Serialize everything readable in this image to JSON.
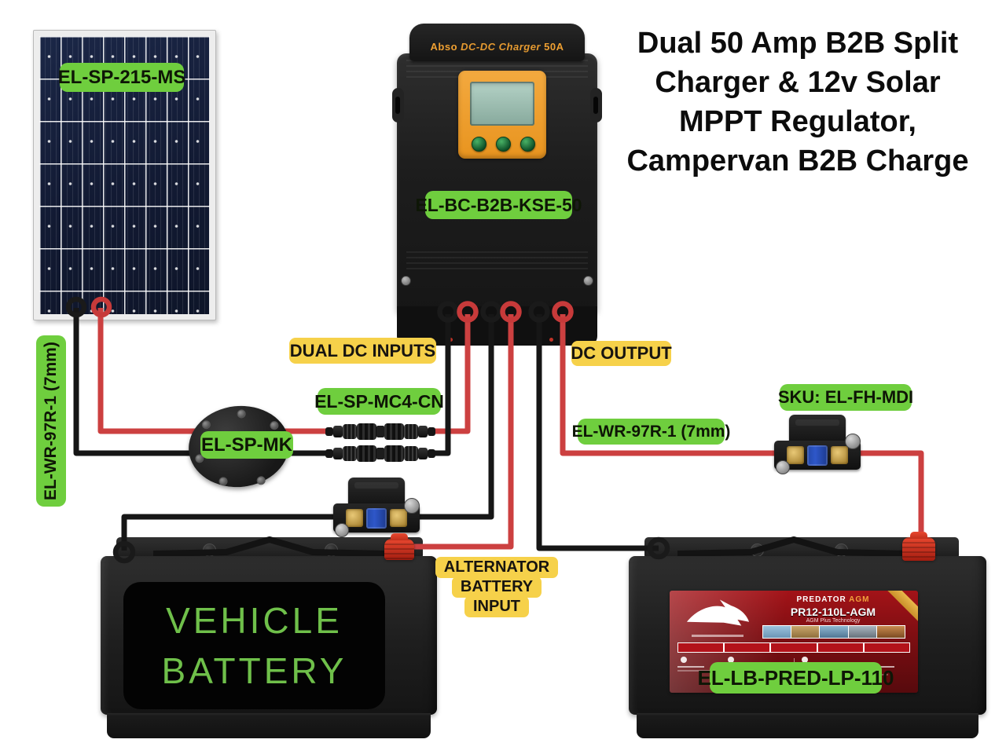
{
  "title": {
    "lines": [
      "Dual 50 Amp B2B Split",
      "Charger & 12v Solar",
      "MPPT Regulator,",
      "Campervan B2B Charge"
    ]
  },
  "solar_panel": {
    "label": "EL-SP-215-MS"
  },
  "charger": {
    "brand": "Abso",
    "product": "DC-DC Charger",
    "rating": "50A",
    "label": "EL-BC-B2B-KSE-50"
  },
  "annotations": {
    "dual_dc_inputs": "DUAL DC INPUTS",
    "dc_output": "DC OUTPUT",
    "mc4_label": "EL-SP-MC4-CN",
    "gland_label": "EL-SP-MK",
    "left_wire_label": "EL-WR-97R-1 (7mm)",
    "output_wire_label": "EL-WR-97R-1 (7mm)",
    "fuse_label": "SKU: EL-FH-MDI",
    "alternator": {
      "lines": [
        "ALTERNATOR",
        "BATTERY",
        "INPUT"
      ]
    }
  },
  "vehicle_battery": {
    "name_lines": [
      "VEHICLE",
      "BATTERY"
    ]
  },
  "leisure_battery": {
    "label": "EL-LB-PRED-LP-110",
    "brand": "PREDATOR",
    "brand_suffix": "AGM",
    "model": "PR12-110L-AGM",
    "tech": "AGM Plus Technology"
  },
  "colors": {
    "green_label": "#6fce3e",
    "yellow_label": "#f6d14a",
    "wire_red": "#cc4040",
    "wire_black": "#161616",
    "battery_text_green": "#6fc04a",
    "charger_orange": "#efa032",
    "lcd_green": "#87a99c",
    "fuse_blue": "#2e57c9",
    "predator_red": "#8e1014"
  }
}
